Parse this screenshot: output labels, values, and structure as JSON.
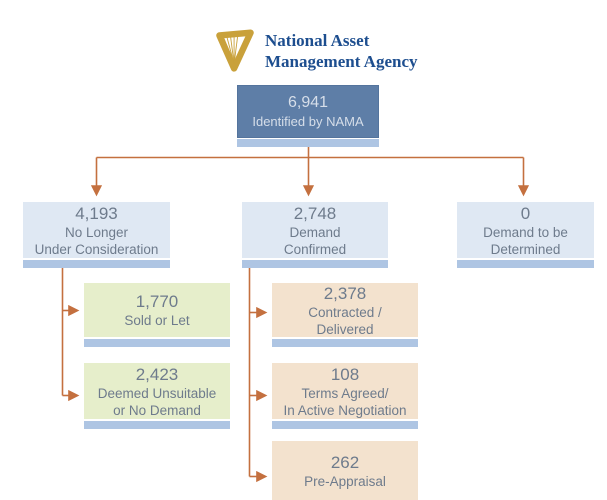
{
  "logo": {
    "org_name_line1": "National Asset",
    "org_name_line2": "Management Agency",
    "harp_icon": "nama-gold-harp",
    "text_color": "#1d4e8f",
    "harp_color": "#c9a13b"
  },
  "colors": {
    "root_fill": "#5e7ea7",
    "root_text": "#d6dee9",
    "level2_fill": "#dfe8f3",
    "green_fill": "#e6eecb",
    "tan_fill": "#f3e2ce",
    "shadow_strip": "#aec5e3",
    "connector_arrow": "#c4703f",
    "node_text": "#6e7b8c",
    "background": "#ffffff"
  },
  "nodes": {
    "root": {
      "value": "6,941",
      "label": "Identified by NAMA"
    },
    "no_longer": {
      "value": "4,193",
      "label": "No Longer\nUnder Consideration"
    },
    "demand_confirmed": {
      "value": "2,748",
      "label": "Demand\nConfirmed"
    },
    "demand_tbd": {
      "value": "0",
      "label": "Demand to be\nDetermined"
    },
    "sold_or_let": {
      "value": "1,770",
      "label": "Sold or Let"
    },
    "deemed_unsuitable": {
      "value": "2,423",
      "label": "Deemed Unsuitable\nor No Demand"
    },
    "contracted_delivered": {
      "value": "2,378",
      "label": "Contracted /\nDelivered"
    },
    "terms_agreed": {
      "value": "108",
      "label": "Terms Agreed/\nIn Active Negotiation"
    },
    "pre_appraisal": {
      "value": "262",
      "label": "Pre-Appraisal"
    }
  },
  "structure": {
    "root_children": [
      "no_longer",
      "demand_confirmed",
      "demand_tbd"
    ],
    "no_longer_children": [
      "sold_or_let",
      "deemed_unsuitable"
    ],
    "demand_confirmed_children": [
      "contracted_delivered",
      "terms_agreed",
      "pre_appraisal"
    ]
  }
}
